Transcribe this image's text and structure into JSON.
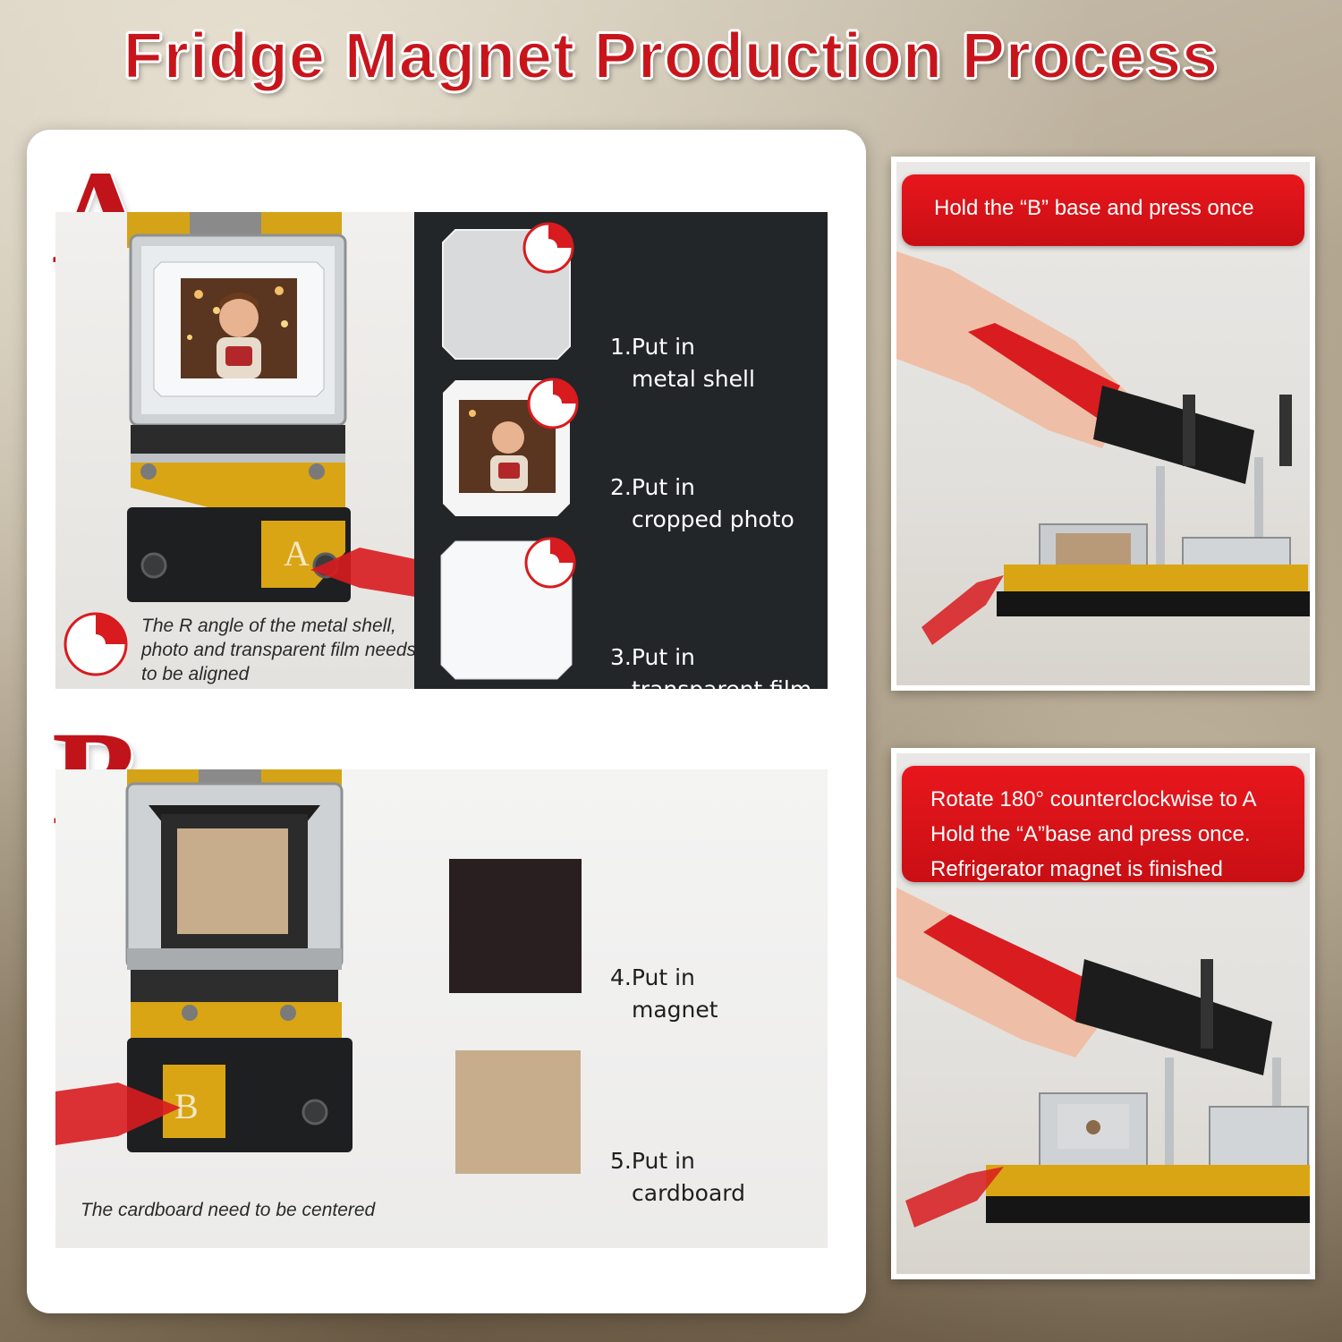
{
  "title": "Fridge Magnet Production Process",
  "section_a": {
    "letter": "A",
    "base_mark": "A",
    "note": [
      "The R angle of the metal shell,",
      "photo and transparent film needs",
      "to be aligned"
    ],
    "steps": [
      {
        "num": "1.Put in",
        "rest": "metal shell"
      },
      {
        "num": "2.Put in",
        "rest": "cropped photo"
      },
      {
        "num": "3.Put in",
        "rest": "transparent film"
      }
    ]
  },
  "section_b": {
    "letter": "B",
    "base_mark": "B",
    "note": "The cardboard need to be centered",
    "steps": [
      {
        "num": "4.Put in",
        "rest": "magnet"
      },
      {
        "num": "5.Put in",
        "rest": "cardboard"
      }
    ]
  },
  "right_top": {
    "banner": "Hold the “B” base and press once"
  },
  "right_bottom": {
    "banner": [
      "Rotate 180° counterclockwise to A",
      "Hold the “A”base and press once.",
      "Refrigerator magnet is finished"
    ]
  },
  "colors": {
    "accent_red": "#c8151b",
    "gold": "#d9a514",
    "dark_panel": "#222628"
  }
}
